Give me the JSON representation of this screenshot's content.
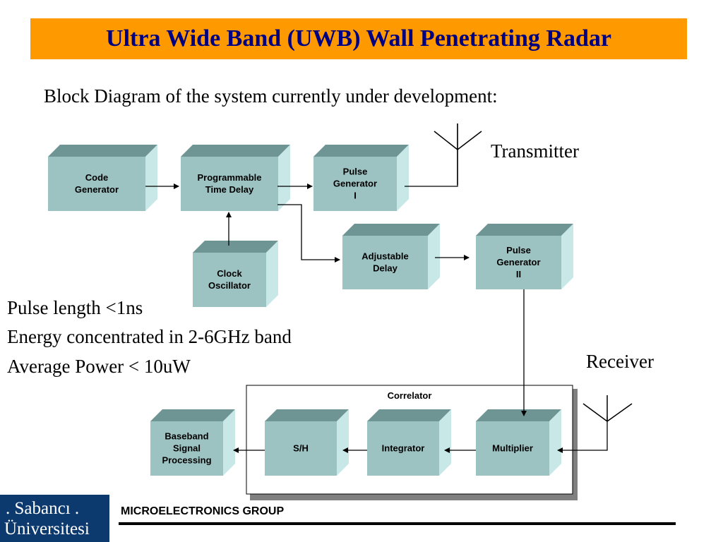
{
  "title": "Ultra Wide Band (UWB)  Wall Penetrating Radar",
  "subtitle": "Block Diagram of the system currently under development:",
  "transmitter_label": "Transmitter",
  "receiver_label": "Receiver",
  "correlator_label": "Correlator",
  "specs": [
    "Pulse length <1ns",
    "Energy concentrated in 2-6GHz band",
    "Average Power < 10uW"
  ],
  "blocks": {
    "code_generator": [
      "Code",
      "Generator"
    ],
    "programmable_time_delay": [
      "Programmable",
      "Time Delay"
    ],
    "pulse_generator_1": [
      "Pulse",
      "Generator",
      "I"
    ],
    "clock_oscillator": [
      "Clock",
      "Oscillator"
    ],
    "adjustable_delay": [
      "Adjustable",
      "Delay"
    ],
    "pulse_generator_2": [
      "Pulse",
      "Generator",
      "II"
    ],
    "baseband_signal_processing": [
      "Baseband",
      "Signal",
      "Processing"
    ],
    "sample_hold": [
      "S/H"
    ],
    "integrator": [
      "Integrator"
    ],
    "multiplier": [
      "Multiplier"
    ]
  },
  "footer": {
    "logo_line1": ". Sabancı .",
    "logo_line2": "Üniversitesi",
    "group": "MICROELECTRONICS GROUP"
  }
}
